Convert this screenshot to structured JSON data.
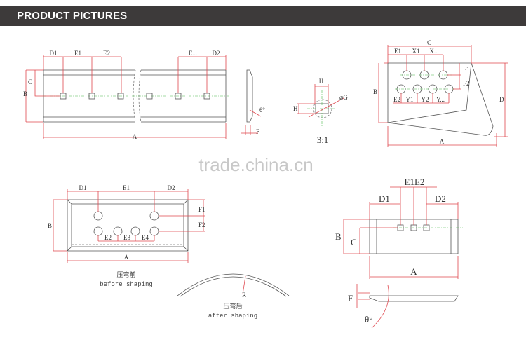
{
  "header": {
    "title": "PRODUCT PICTURES"
  },
  "watermark": "trade.china.cn",
  "drawing1": {
    "labels": {
      "d1": "D1",
      "e1": "E1",
      "e2": "E2",
      "e_more": "E...",
      "d2": "D2",
      "a": "A",
      "b": "B",
      "c": "C",
      "f": "F",
      "theta": "θ°"
    }
  },
  "detail": {
    "labels": {
      "h_top": "H",
      "h_left": "H",
      "g": "⌀G",
      "scale": "3:1"
    }
  },
  "drawing3": {
    "labels": {
      "c": "C",
      "e1": "E1",
      "x1": "X1",
      "x_more": "X...",
      "f1": "F1",
      "f2": "F2",
      "e2": "E2",
      "y1": "Y1",
      "y2": "Y2",
      "y_more": "Y...",
      "b": "B",
      "d": "D",
      "a": "A"
    }
  },
  "drawing4": {
    "labels": {
      "d1": "D1",
      "e1": "E1",
      "d2": "D2",
      "b": "B",
      "f1": "F1",
      "f2": "F2",
      "e2": "E2",
      "e3": "E3",
      "e4": "E4",
      "a": "A"
    },
    "before_cn": "压弯前",
    "before_en": "before shaping",
    "r": "R",
    "after_cn": "压弯后",
    "after_en": "after shaping"
  },
  "drawing5": {
    "labels": {
      "e1e2": "E1E2",
      "d1": "D1",
      "d2": "D2",
      "b": "B",
      "c": "C",
      "a": "A",
      "f": "F",
      "theta": "θ°"
    }
  }
}
